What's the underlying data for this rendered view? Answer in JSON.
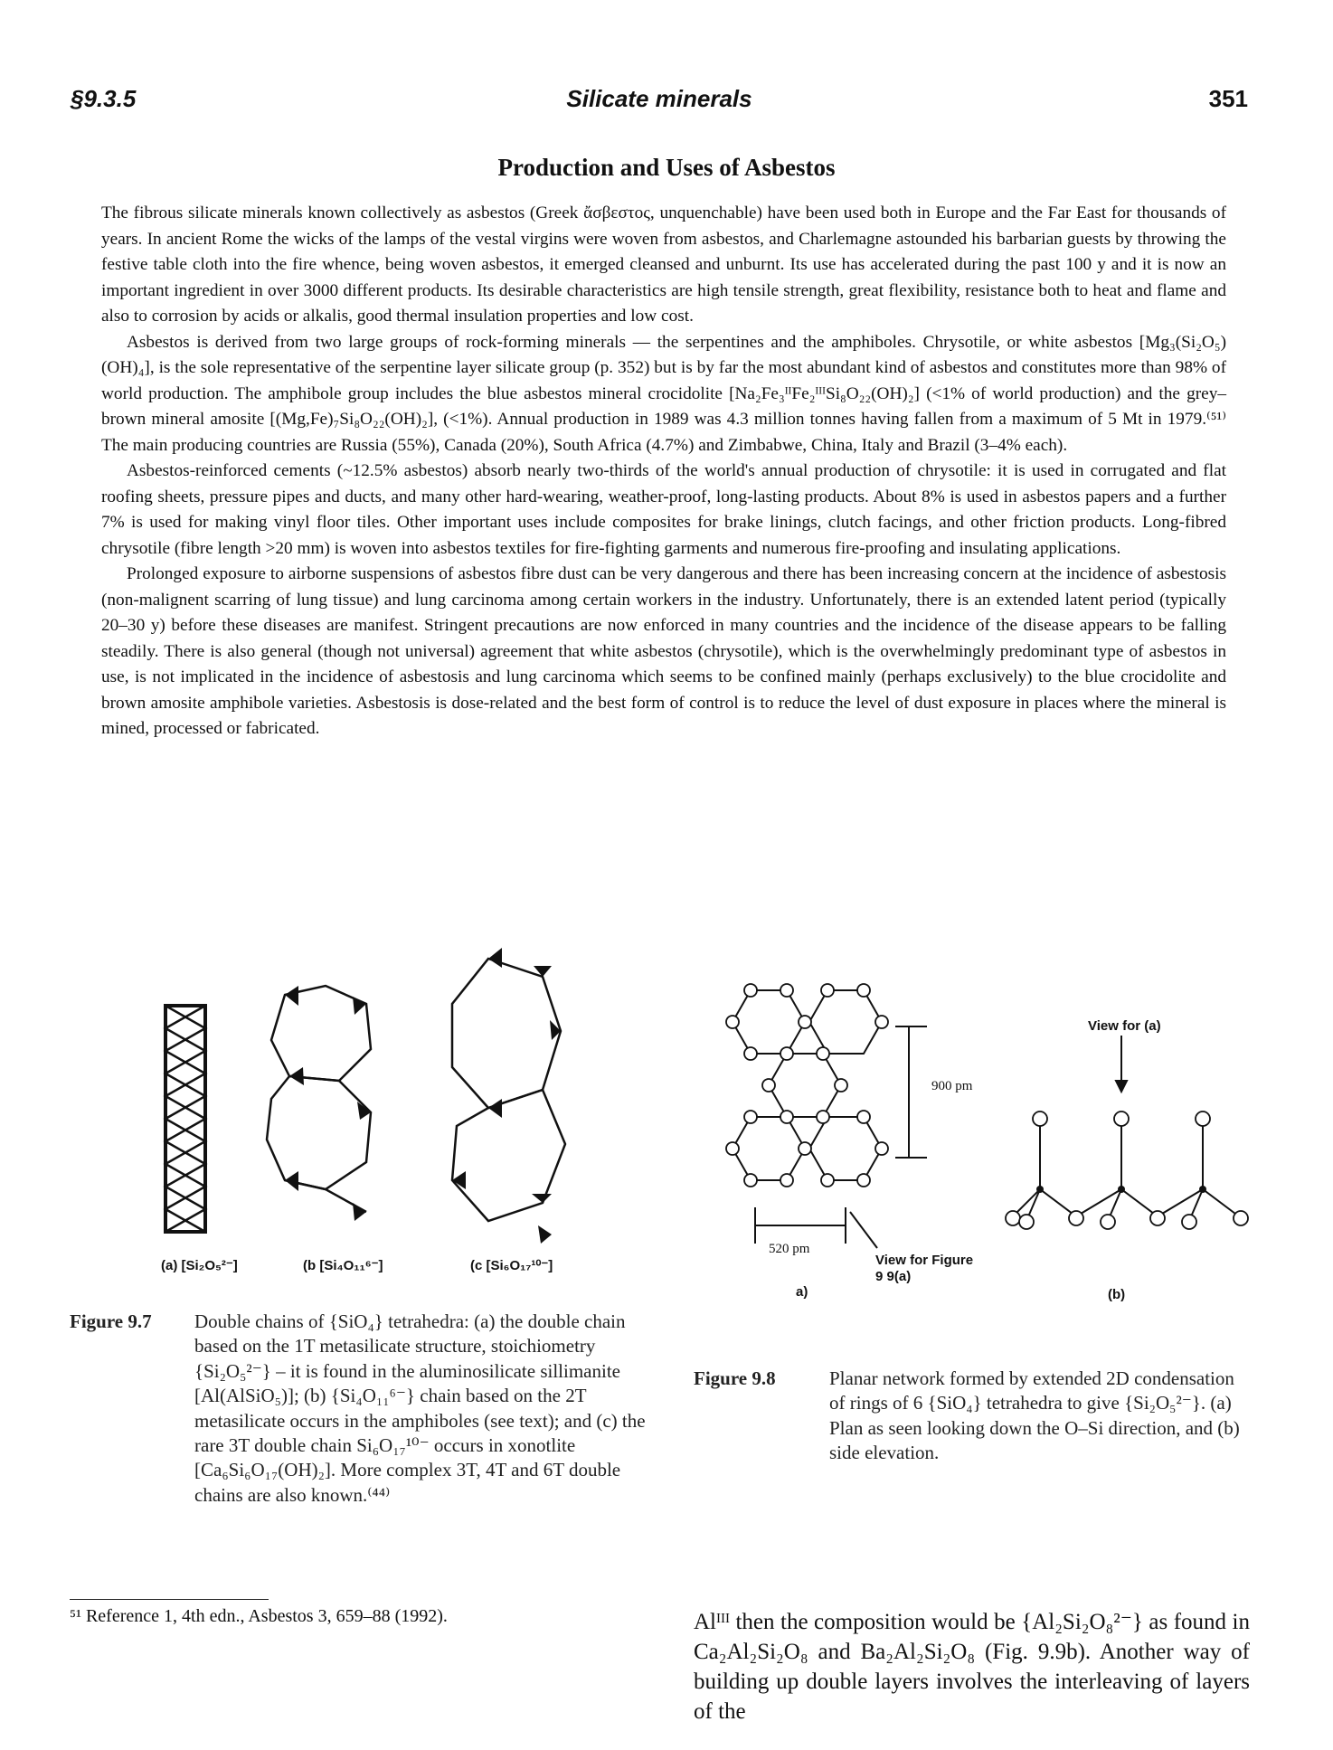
{
  "header": {
    "section": "§9.3.5",
    "title": "Silicate minerals",
    "page_number": "351"
  },
  "box": {
    "title": "Production and Uses of Asbestos",
    "paragraphs": [
      "The fibrous silicate minerals known collectively as asbestos (Greek ἄσβεστος, unquenchable) have been used both in Europe and the Far East for thousands of years. In ancient Rome the wicks of the lamps of the vestal virgins were woven from asbestos, and Charlemagne astounded his barbarian guests by throwing the festive table cloth into the fire whence, being woven asbestos, it emerged cleansed and unburnt. Its use has accelerated during the past 100 y and it is now an important ingredient in over 3000 different products. Its desirable characteristics are high tensile strength, great flexibility, resistance both to heat and flame and also to corrosion by acids or alkalis, good thermal insulation properties and low cost.",
      "Asbestos is derived from two large groups of rock-forming minerals — the serpentines and the amphiboles. Chrysotile, or white asbestos [Mg₃(Si₂O₅)(OH)₄], is the sole representative of the serpentine layer silicate group (p. 352) but is by far the most abundant kind of asbestos and constitutes more than 98% of world production. The amphibole group includes the blue asbestos mineral crocidolite [Na₂Fe₃ᴵᴵFe₂ᴵᴵᴵSi₈O₂₂(OH)₂] (<1% of world production) and the grey–brown mineral amosite [(Mg,Fe)₇Si₈O₂₂(OH)₂], (<1%). Annual production in 1989 was 4.3 million tonnes having fallen from a maximum of 5 Mt in 1979.⁽⁵¹⁾ The main producing countries are Russia (55%), Canada (20%), South Africa (4.7%) and Zimbabwe, China, Italy and Brazil (3–4% each).",
      "Asbestos-reinforced cements (~12.5% asbestos) absorb nearly two-thirds of the world's annual production of chrysotile: it is used in corrugated and flat roofing sheets, pressure pipes and ducts, and many other hard-wearing, weather-proof, long-lasting products. About 8% is used in asbestos papers and a further 7% is used for making vinyl floor tiles. Other important uses include composites for brake linings, clutch facings, and other friction products. Long-fibred chrysotile (fibre length >20 mm) is woven into asbestos textiles for fire-fighting garments and numerous fire-proofing and insulating applications.",
      "Prolonged exposure to airborne suspensions of asbestos fibre dust can be very dangerous and there has been increasing concern at the incidence of asbestosis (non-malignent scarring of lung tissue) and lung carcinoma among certain workers in the industry. Unfortunately, there is an extended latent period (typically 20–30 y) before these diseases are manifest. Stringent precautions are now enforced in many countries and the incidence of the disease appears to be falling steadily. There is also general (though not universal) agreement that white asbestos (chrysotile), which is the overwhelmingly predominant type of asbestos in use, is not implicated in the incidence of asbestosis and lung carcinoma which seems to be confined mainly (perhaps exclusively) to the blue crocidolite and brown amosite amphibole varieties. Asbestosis is dose-related and the best form of control is to reduce the level of dust exposure in places where the mineral is mined, processed or fabricated."
    ]
  },
  "figure_9_7": {
    "labels": [
      "(a) [Si₂O₅²⁻]",
      "(b [Si₄O₁₁⁶⁻]",
      "(c [Si₆O₁₇¹⁰⁻]"
    ],
    "caption_label": "Figure 9.7",
    "caption_text": "Double chains of {SiO₄} tetrahedra: (a) the double chain based on the 1T metasilicate structure, stoichiometry {Si₂O₅²⁻} – it is found in the aluminosilicate sillimanite [Al(AlSiO₅)]; (b) {Si₄O₁₁⁶⁻} chain based on the 2T metasilicate occurs in the amphiboles (see text); and (c) the rare 3T double chain Si₆O₁₇¹⁰⁻ occurs in xonotlite [Ca₆Si₆O₁₇(OH)₂]. More complex 3T, 4T and 6T double chains are also known.⁽⁴⁴⁾"
  },
  "figure_9_8": {
    "dim_900": "900 pm",
    "dim_520": "520 pm",
    "view_for_text": "View for Figure 9 9(a)",
    "view_for_a": "View for (a)",
    "panel_a": "a)",
    "panel_b": "(b)",
    "caption_label": "Figure 9.8",
    "caption_text": "Planar network formed by extended 2D condensation of rings of 6 {SiO₄} tetrahedra to give {Si₂O₅²⁻}. (a) Plan as seen looking down the O–Si direction, and (b) side elevation."
  },
  "body_text": "Alᴵᴵᴵ then the composition would be {Al₂Si₂O₈²⁻} as found in Ca₂Al₂Si₂O₈ and Ba₂Al₂Si₂O₈ (Fig. 9.9b). Another way of building up double layers involves the interleaving of layers of the",
  "footnote": "⁵¹ Reference 1, 4th edn., Asbestos 3, 659–88 (1992)."
}
